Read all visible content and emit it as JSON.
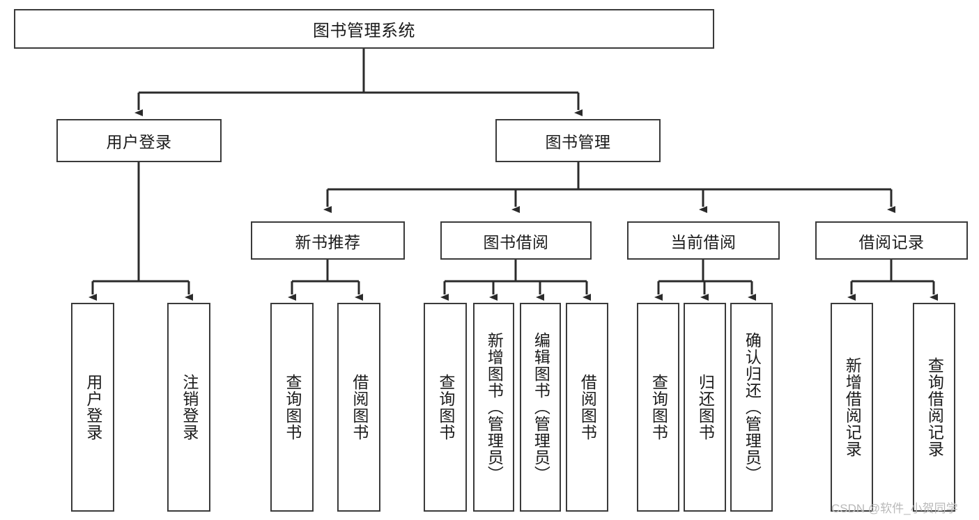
{
  "diagram": {
    "title": "图书管理系统",
    "type": "hierarchy-tree",
    "watermark": "CSDN @软件_小贺同学",
    "colors": {
      "box_border": "#3a3a3a",
      "box_fill": "#ffffff",
      "edge": "#2b2b2b",
      "text": "#1b1b1b",
      "watermark": "#b9b9b9"
    },
    "nodes": {
      "root": {
        "label": "图书管理系统"
      },
      "level2": [
        {
          "label": "用户登录"
        },
        {
          "label": "图书管理"
        }
      ],
      "level3": [
        {
          "label": "新书推荐"
        },
        {
          "label": "图书借阅"
        },
        {
          "label": "当前借阅"
        },
        {
          "label": "借阅记录"
        }
      ],
      "leaves_user_login": [
        {
          "label": "用户登录"
        },
        {
          "label": "注销登录"
        }
      ],
      "leaves_new_books": [
        {
          "label": "查询图书"
        },
        {
          "label": "借阅图书"
        }
      ],
      "leaves_borrow": [
        {
          "label": "查询图书"
        },
        {
          "label": "新增图书（管理员）"
        },
        {
          "label": "编辑图书（管理员）"
        },
        {
          "label": "借阅图书"
        }
      ],
      "leaves_current": [
        {
          "label": "查询图书"
        },
        {
          "label": "归还图书"
        },
        {
          "label": "确认归还（管理员）"
        }
      ],
      "leaves_records": [
        {
          "label": "新增借阅记录"
        },
        {
          "label": "查询借阅记录"
        }
      ]
    }
  }
}
